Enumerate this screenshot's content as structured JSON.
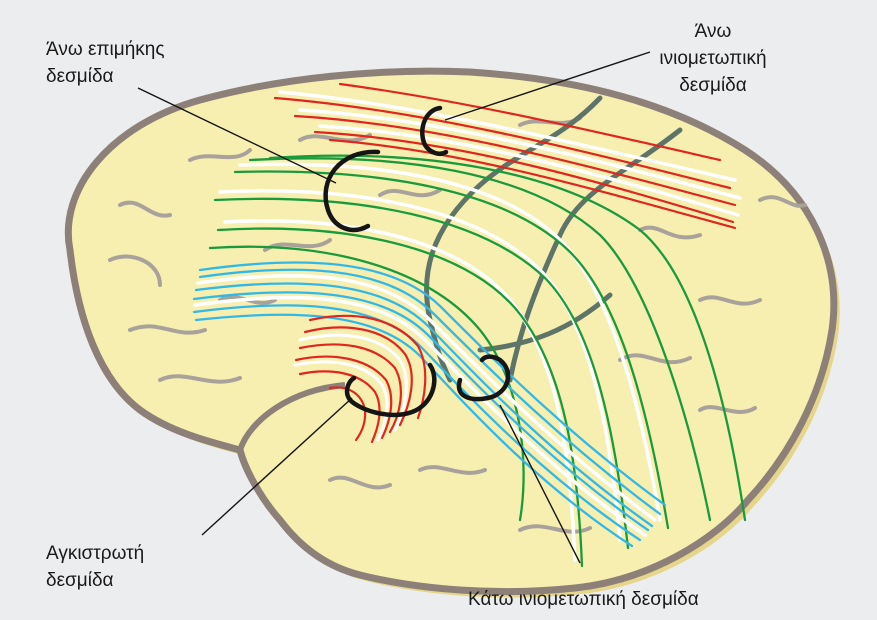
{
  "labels": {
    "superior_longitudinal": [
      "Άνω επιμήκης",
      "δεσμίδα"
    ],
    "superior_occipitofrontal": [
      "Άνω",
      "ινιομετωπική",
      "δεσμίδα"
    ],
    "uncinate": [
      "Αγκιστρωτή",
      "δεσμίδα"
    ],
    "inferior_occipitofrontal": "Κάτω ινιομετωπική δεσμίδα"
  },
  "colors": {
    "background": "#ecedef",
    "brain_fill": "#f6efb0",
    "brain_shadow": "#e7d888",
    "outline": "#8c8078",
    "sulci": "#a8a29a",
    "red_fibers": "#e0261e",
    "green_fibers": "#1b9a3c",
    "blue_fibers": "#33b8e6",
    "dark_fibers": "#5e7468",
    "brackets": "#151515"
  }
}
